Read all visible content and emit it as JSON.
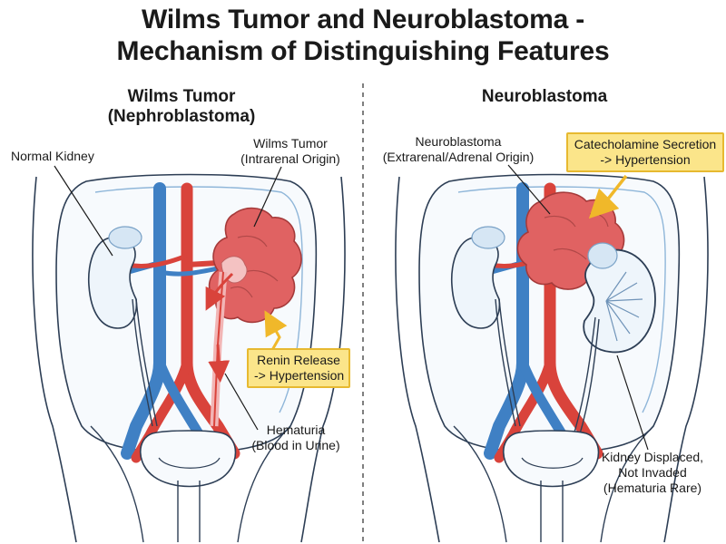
{
  "title": {
    "line1": "Wilms Tumor and Neuroblastoma -",
    "line2": "Mechanism of Distinguishing Features"
  },
  "left_panel": {
    "heading_line1": "Wilms Tumor",
    "heading_line2": "(Nephroblastoma)",
    "normal_kidney": "Normal Kidney",
    "tumor_line1": "Wilms Tumor",
    "tumor_line2": "(Intrarenal Origin)",
    "renin_line1": "Renin Release",
    "renin_line2": "-> Hypertension",
    "hematuria_line1": "Hematuria",
    "hematuria_line2": "(Blood in Urine)"
  },
  "right_panel": {
    "heading": "Neuroblastoma",
    "tumor_line1": "Neuroblastoma",
    "tumor_line2": "(Extrarenal/Adrenal Origin)",
    "catechol_line1": "Catecholamine Secretion",
    "catechol_line2": "-> Hypertension",
    "displaced_line1": "Kidney Displaced,",
    "displaced_line2": "Not Invaded",
    "displaced_line3": "(Hematuria Rare)"
  },
  "colors": {
    "artery": "#d9433b",
    "vein": "#3f80c4",
    "tumor": "#e06262",
    "callout_fill": "#fbe58a",
    "callout_border": "#e7b930",
    "outline": "#2d3e55",
    "kidney_fill": "#eef5fb",
    "adrenal": "#d6e6f4"
  }
}
